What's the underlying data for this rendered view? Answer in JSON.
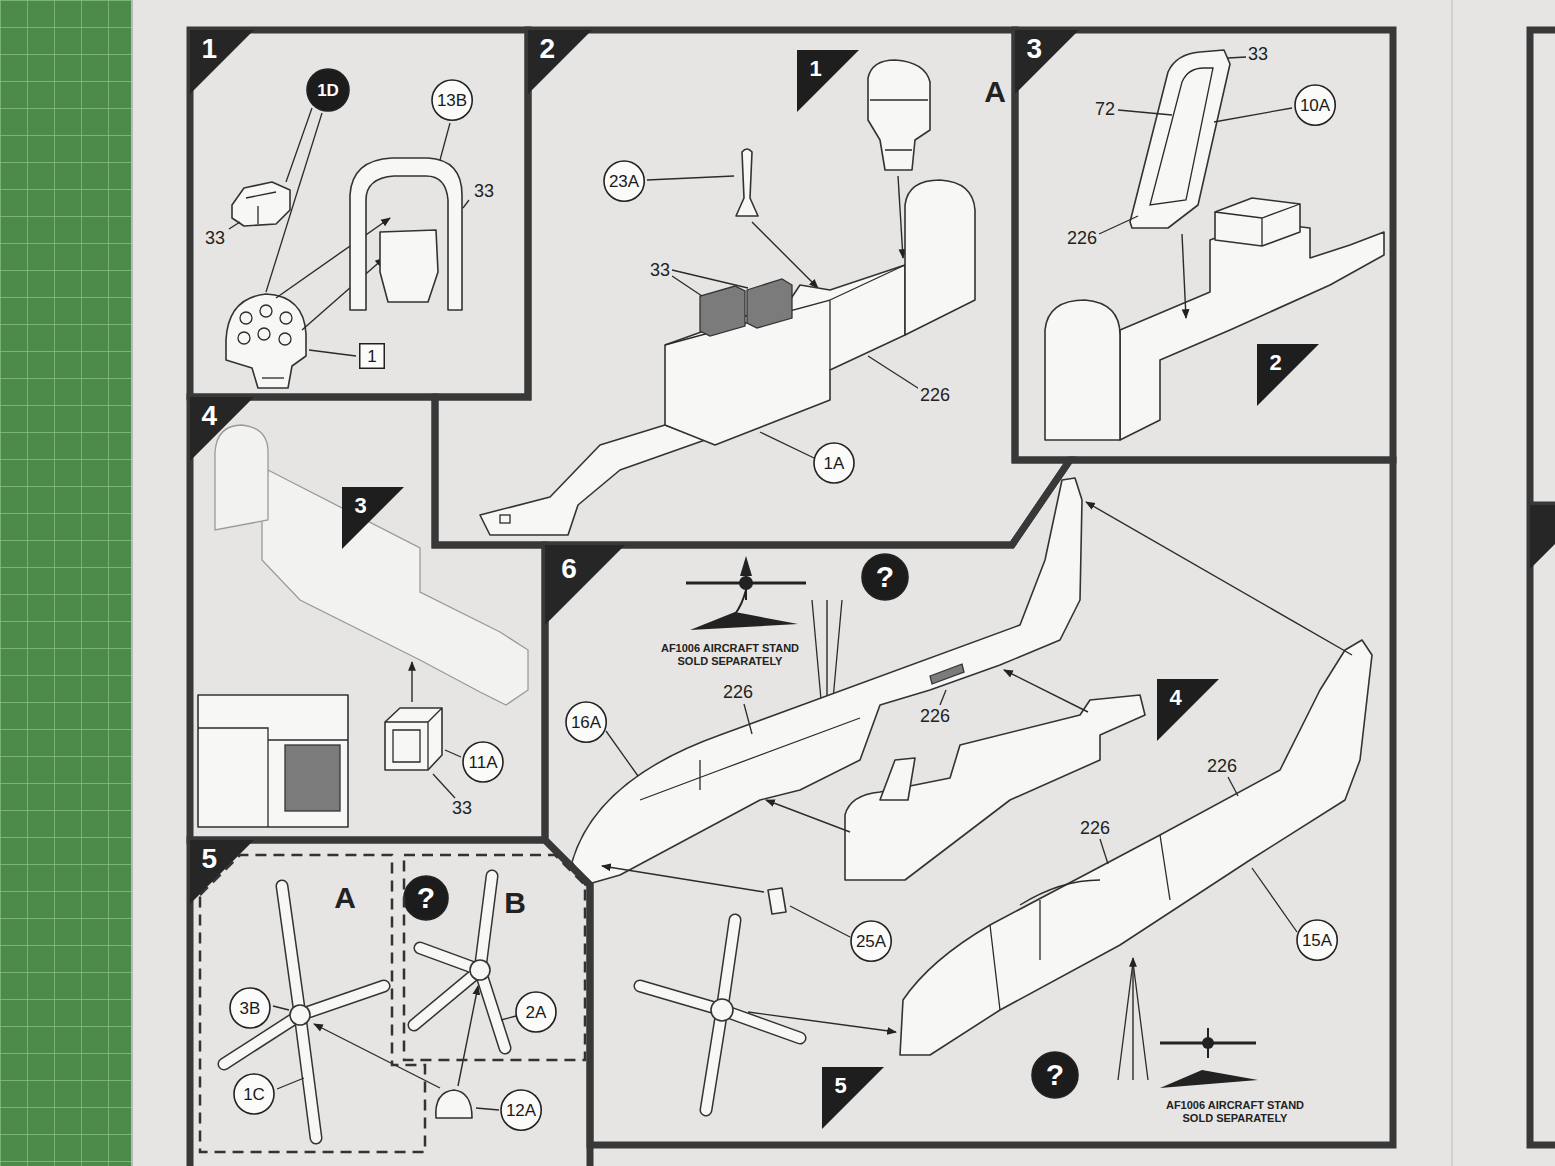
{
  "diagram": {
    "nodes": [
      {
        "text": [
          "1"
        ]
      },
      {
        "text": [
          "1D"
        ],
        "in": 0
      },
      {
        "text": [
          "13B"
        ],
        "in": 0
      },
      {
        "text": [
          "1"
        ],
        "in": 0
      },
      {
        "text": [
          "2"
        ]
      },
      {
        "text": [
          "1"
        ],
        "in": 4
      },
      {
        "text": [
          "23A"
        ],
        "in": 4
      },
      {
        "text": [
          "1A"
        ],
        "in": 4
      },
      {
        "text": [
          "3"
        ]
      },
      {
        "text": [
          "10A"
        ],
        "in": 8
      },
      {
        "text": [
          "2"
        ],
        "in": 8
      },
      {
        "text": [
          "4"
        ]
      },
      {
        "text": [
          "3"
        ],
        "in": 11
      },
      {
        "text": [
          "11A"
        ],
        "in": 11
      },
      {
        "text": [
          "5"
        ]
      },
      {
        "text": [
          "A"
        ],
        "in": 14
      },
      {
        "text": [
          "3B"
        ],
        "in": 15
      },
      {
        "text": [
          "1C"
        ],
        "in": 15
      },
      {
        "text": [
          "?"
        ],
        "in": 14
      },
      {
        "text": [
          "B"
        ],
        "in": 14
      },
      {
        "text": [
          "2A"
        ],
        "in": 19
      },
      {
        "text": [
          "12A"
        ],
        "in": 14
      },
      {
        "text": [
          "6"
        ]
      },
      {
        "text": [
          "?"
        ],
        "in": 22
      },
      {
        "text": [
          "16A"
        ],
        "in": 22
      },
      {
        "text": [
          "4"
        ],
        "in": 22
      },
      {
        "text": [
          "25A"
        ],
        "in": 22
      },
      {
        "text": [
          "15A"
        ],
        "in": 22
      },
      {
        "text": [
          "5"
        ],
        "in": 22
      },
      {
        "text": [
          "?"
        ],
        "in": 22
      }
    ],
    "labels": [
      "33",
      "33",
      "A",
      "33",
      "226",
      "33",
      "72",
      "226",
      "33",
      "AF1006 AIRCRAFT STAND SOLD SEPARATELY",
      "226",
      "226",
      "226",
      "226",
      "AF1006 AIRCRAFT STAND SOLD SEPARATELY"
    ]
  }
}
